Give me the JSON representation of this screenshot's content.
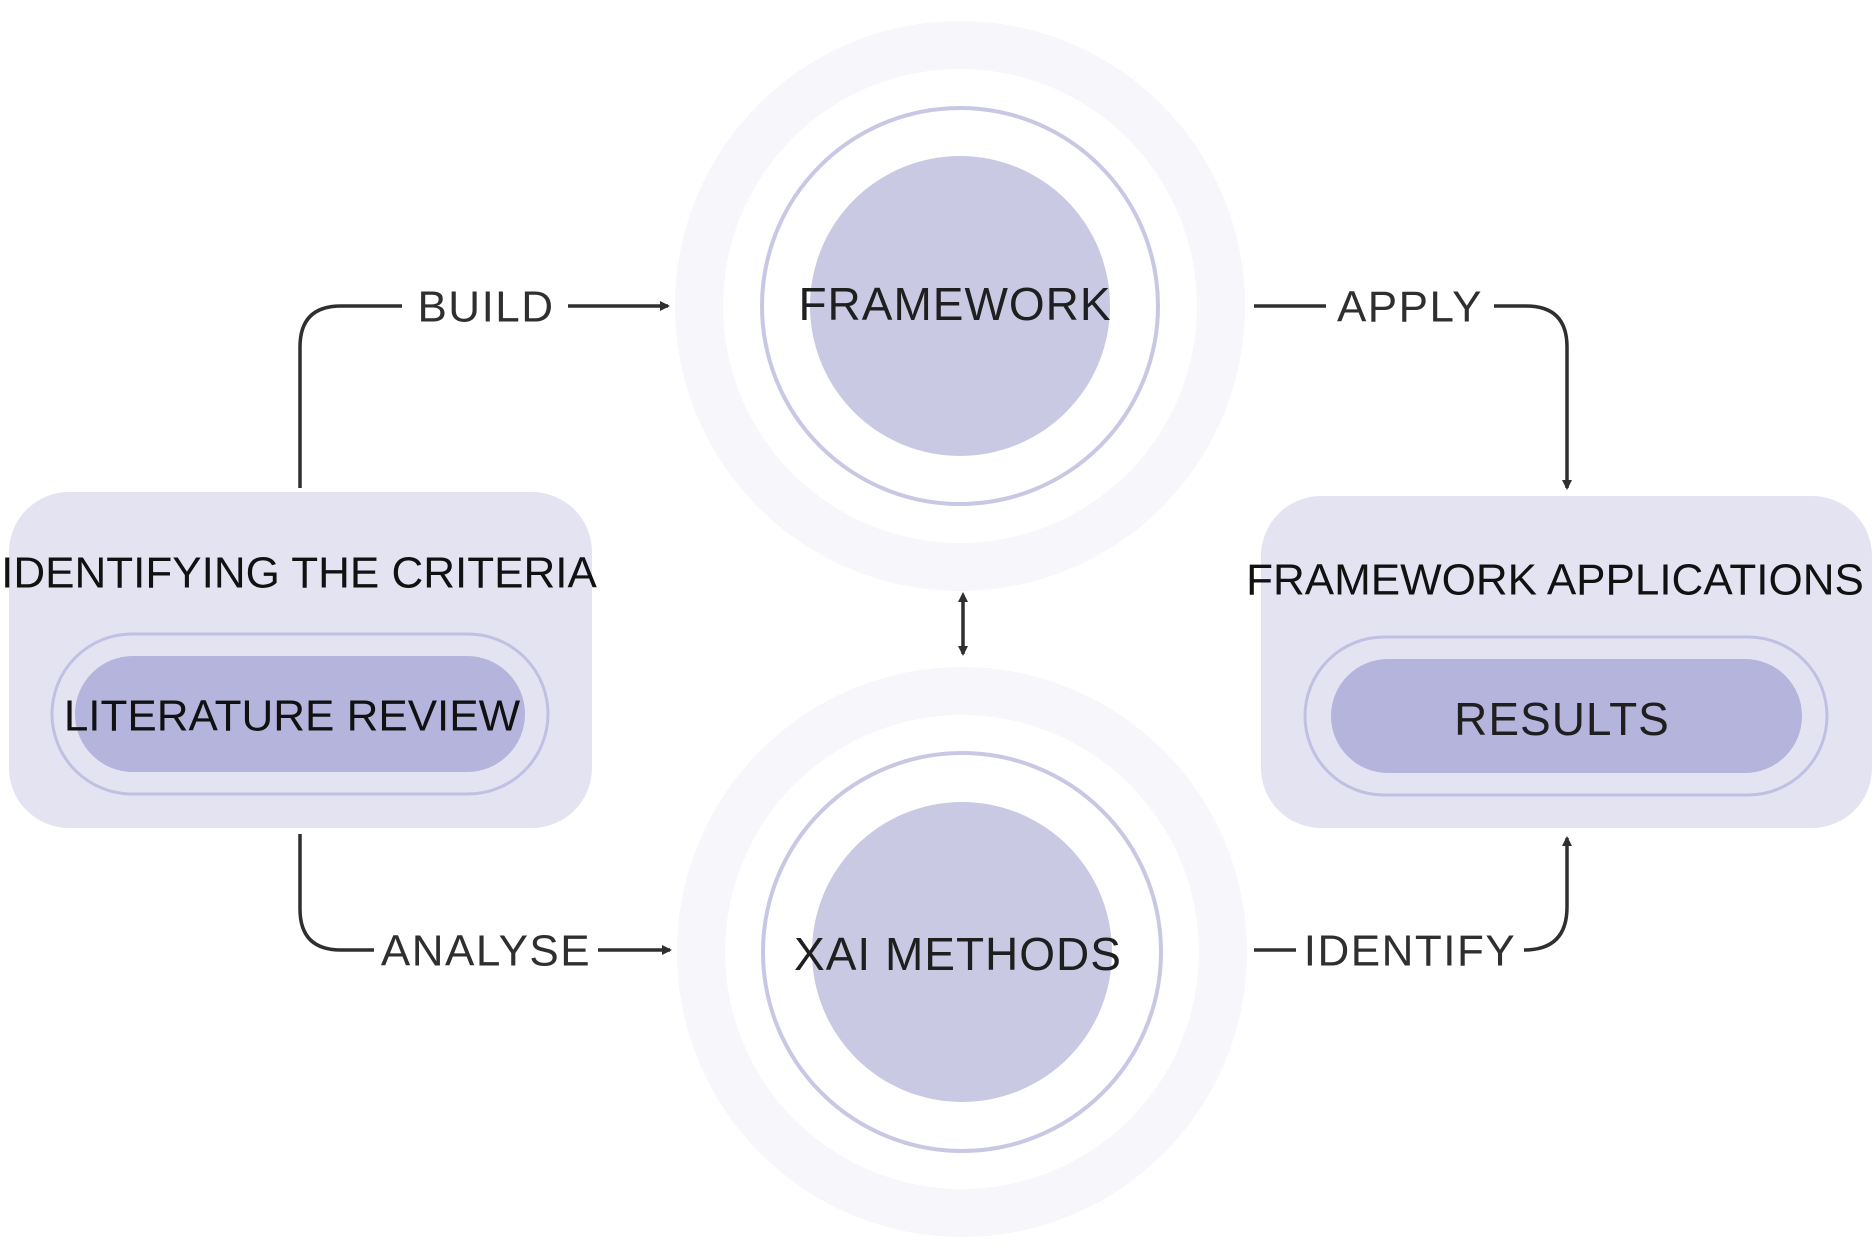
{
  "nodes": {
    "framework": {
      "label": "FRAMEWORK"
    },
    "xai_methods": {
      "label": "XAI METHODS"
    },
    "criteria": {
      "title": "IDENTIFYING THE CRITERIA",
      "inner": "LITERATURE REVIEW"
    },
    "applications": {
      "title": "FRAMEWORK APPLICATIONS",
      "inner": "RESULTS"
    }
  },
  "edges": {
    "build": "BUILD",
    "apply": "APPLY",
    "analyse": "ANALYSE",
    "identify": "IDENTIFY"
  },
  "colors": {
    "outer_ring": "#f6f6fb",
    "ring_stroke": "#c8c8e4",
    "inner_fill": "#c9c9e4",
    "box_fill": "#e3e3f2",
    "pill_fill": "#b4b4dc",
    "line": "#2f2f2f"
  }
}
